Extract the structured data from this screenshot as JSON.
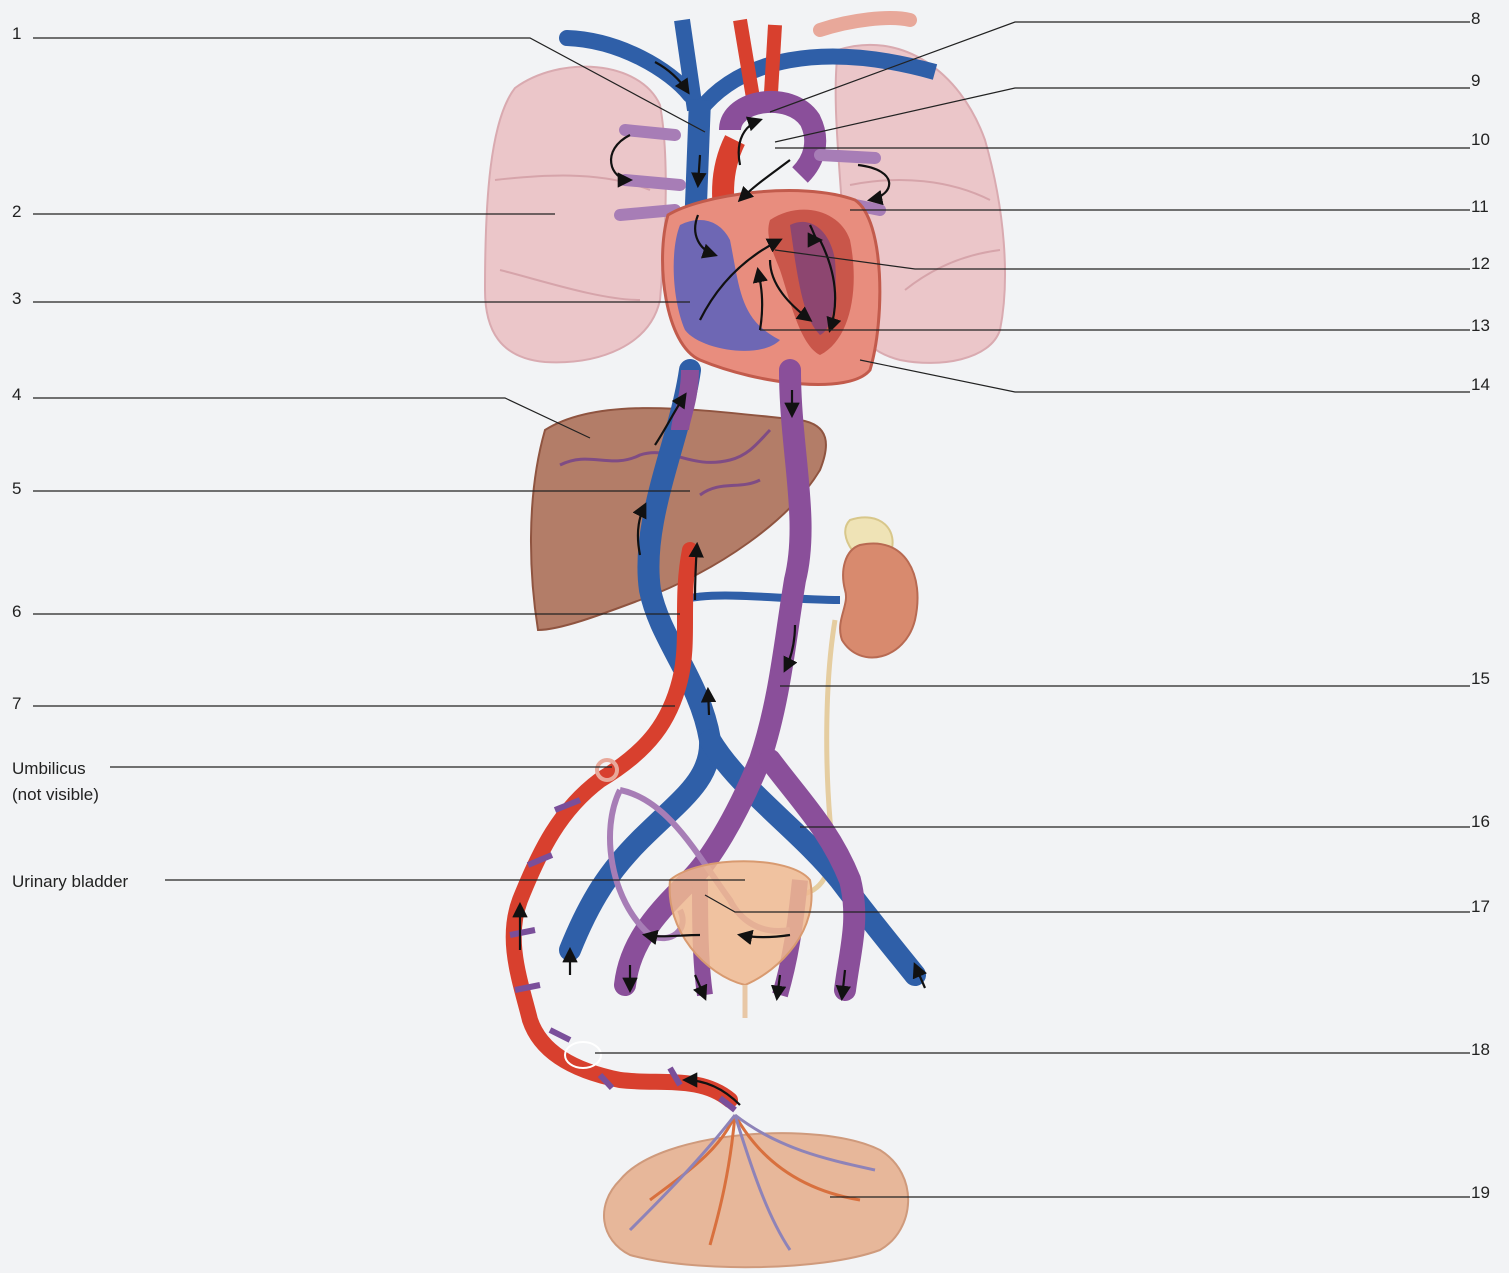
{
  "labels_left": [
    "1",
    "2",
    "3",
    "4",
    "5",
    "6",
    "7"
  ],
  "umbilicus": {
    "line1": "Umbilicus",
    "line2": "(not visible)"
  },
  "urinary_bladder": "Urinary bladder",
  "labels_right": [
    "8",
    "9",
    "10",
    "11",
    "12",
    "13",
    "14",
    "15",
    "16",
    "17",
    "18",
    "19"
  ],
  "colors": {
    "vein_blue": "#2f5fa8",
    "mixed_purple": "#8a4f9a",
    "artery_red": "#d8402e",
    "lung_pink": "#e9c3c7",
    "liver_brown": "#a8674f",
    "placenta": "#e7b79a",
    "bladder": "#f0b890"
  }
}
